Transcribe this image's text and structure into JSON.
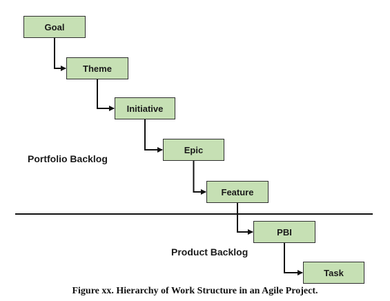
{
  "diagram": {
    "nodes": [
      {
        "id": "goal",
        "label": "Goal"
      },
      {
        "id": "theme",
        "label": "Theme"
      },
      {
        "id": "initiative",
        "label": "Initiative"
      },
      {
        "id": "epic",
        "label": "Epic"
      },
      {
        "id": "feature",
        "label": "Feature"
      },
      {
        "id": "pbi",
        "label": "PBI"
      },
      {
        "id": "task",
        "label": "Task"
      }
    ],
    "edges": [
      {
        "from": "goal",
        "to": "theme"
      },
      {
        "from": "theme",
        "to": "initiative"
      },
      {
        "from": "initiative",
        "to": "epic"
      },
      {
        "from": "epic",
        "to": "feature"
      },
      {
        "from": "feature",
        "to": "pbi"
      },
      {
        "from": "pbi",
        "to": "task"
      }
    ],
    "regions": {
      "upper": "Portfolio Backlog",
      "lower": "Product Backlog"
    },
    "caption": "Figure xx. Hierarchy of Work Structure in an Agile Project.",
    "colors": {
      "node_fill": "#c6e0b4",
      "node_border": "#2f2f2f",
      "line": "#111111"
    }
  }
}
